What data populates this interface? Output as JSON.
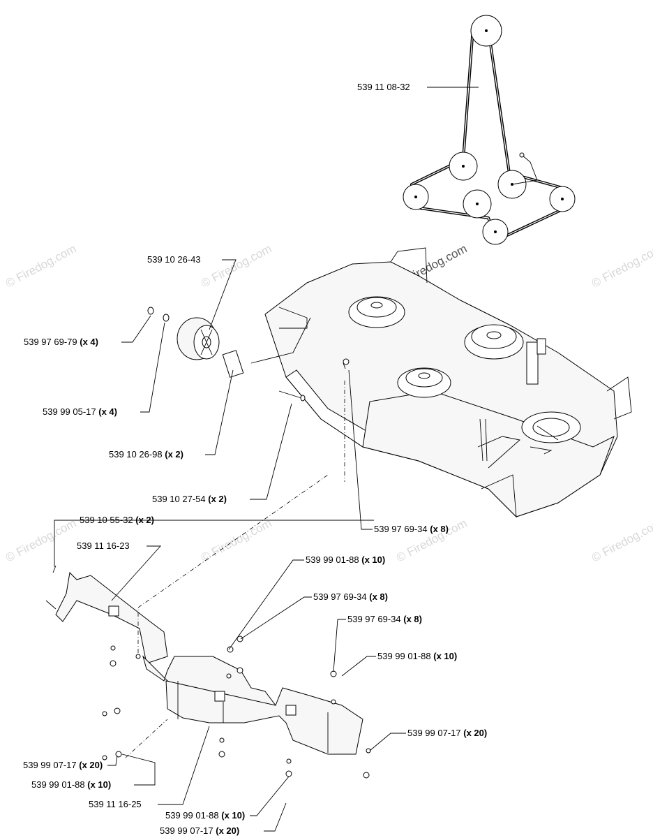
{
  "watermark": "© Firedog.com",
  "callouts": [
    {
      "id": "c1",
      "part": "539 11 08-32",
      "qty": ""
    },
    {
      "id": "c2",
      "part": "539 10 26-43",
      "qty": ""
    },
    {
      "id": "c3",
      "part": "539 97 69-79",
      "qty": "(x 4)"
    },
    {
      "id": "c4",
      "part": "539 99 05-17",
      "qty": "(x 4)"
    },
    {
      "id": "c5",
      "part": "539 10 26-98",
      "qty": "(x 2)"
    },
    {
      "id": "c6",
      "part": "539 10 27-54",
      "qty": "(x 2)"
    },
    {
      "id": "c7",
      "part": "539 97 69-34",
      "qty": "(x 8)"
    },
    {
      "id": "c8",
      "part": "539 10 55-32",
      "qty": "(x 2)"
    },
    {
      "id": "c9",
      "part": "539 11 16-23",
      "qty": ""
    },
    {
      "id": "c10",
      "part": "539 99 01-88",
      "qty": "(x 10)"
    },
    {
      "id": "c11",
      "part": "539 97 69-34",
      "qty": "(x 8)"
    },
    {
      "id": "c12",
      "part": "539 97 69-34",
      "qty": "(x 8)"
    },
    {
      "id": "c13",
      "part": "539 99 01-88",
      "qty": "(x 10)"
    },
    {
      "id": "c14",
      "part": "539 99 07-17",
      "qty": "(x 20)"
    },
    {
      "id": "c15",
      "part": "539 99 07-17",
      "qty": "(x 20)"
    },
    {
      "id": "c16",
      "part": "539 99 01-88",
      "qty": "(x 10)"
    },
    {
      "id": "c17",
      "part": "539 11 16-25",
      "qty": ""
    },
    {
      "id": "c18",
      "part": "539 99 01-88",
      "qty": "(x 10)"
    },
    {
      "id": "c19",
      "part": "539 99 07-17",
      "qty": "(x 20)"
    }
  ]
}
